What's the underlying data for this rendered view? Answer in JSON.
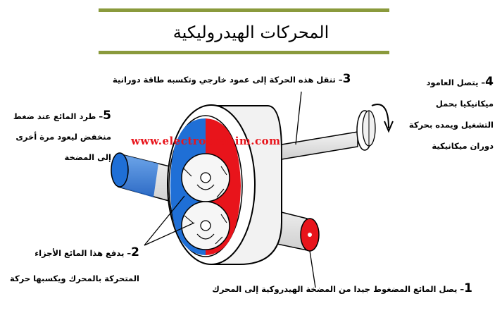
{
  "title": "المحركات الهيدروليكية",
  "watermark": "www.electrobrahim.com",
  "labels": {
    "l1_num": "1",
    "l1_text": "– يصل المائع المضغوط جيدا من المضخة الهيدروكية إلى المحرك",
    "l2_num": "2",
    "l2_line1": "– يدفع هذا المائع الأجزاء",
    "l2_line2": "المتحركة بالمحرك ويكسبها حركة",
    "l3_num": "3",
    "l3_text": "– تنقل هذه الحركة إلى عمود خارجي وتكسبه طاقة دورانية",
    "l4_num": "4",
    "l4_line1": "– يتصل العامود",
    "l4_line2": "ميكانيكيا بحمل",
    "l4_line3": "التشغيل ويمده بحركة",
    "l4_line4": "دوران ميكانيكية",
    "l5_num": "5",
    "l5_line1": "– طرد المائع عند ضغط",
    "l5_line2": "منخفض ليعود مرة أخرى",
    "l5_line3": "إلى المضخة"
  },
  "colors": {
    "high_pressure": "#e8141b",
    "low_pressure": "#1f6fd6",
    "accent_bar": "#8a9a3c"
  }
}
